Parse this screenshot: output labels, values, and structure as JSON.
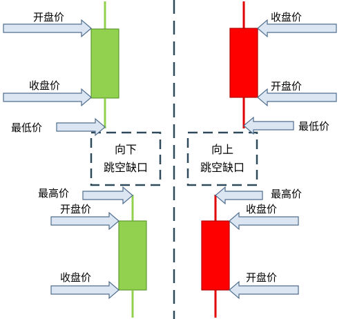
{
  "colors": {
    "green_fill": "#92D050",
    "green_stroke": "#5E9A2E",
    "green_wick": "#92D050",
    "red_fill": "#FF0000",
    "red_stroke": "#B00000",
    "red_wick": "#E00000",
    "arrow_fill": "#DCE6F2",
    "arrow_stroke": "#4F6D8E",
    "divider": "#2E4A5A"
  },
  "top_left": {
    "open_label": "开盘价",
    "close_label": "收盘价",
    "low_label": "最低价"
  },
  "top_right": {
    "close_label": "收盘价",
    "open_label": "开盘价",
    "low_label": "最低价"
  },
  "gap_down": {
    "line1": "向下",
    "line2": "跳空缺口"
  },
  "gap_up": {
    "line1": "向上",
    "line2": "跳空缺口"
  },
  "bottom_left": {
    "high_label": "最高价",
    "open_label": "开盘价",
    "close_label": "收盘价"
  },
  "bottom_right": {
    "high_label": "最高价",
    "close_label": "收盘价",
    "open_label": "开盘价"
  }
}
